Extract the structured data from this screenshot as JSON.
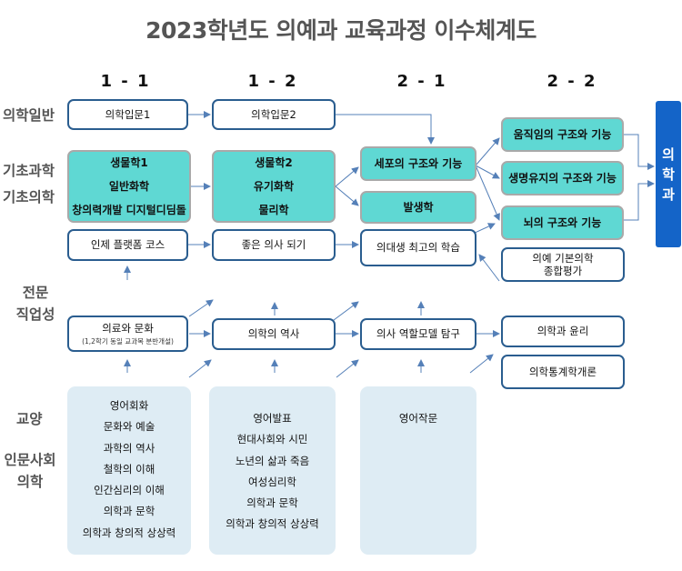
{
  "title": "2023학년도 의예과 교육과정 이수체계도",
  "semesters": [
    "1 - 1",
    "1 - 2",
    "2 - 1",
    "2 - 2"
  ],
  "categories": {
    "general": "의학일반",
    "basic1": "기초과학",
    "basic2": "기초의학",
    "major": [
      "전문",
      "직업성"
    ],
    "liberal": "교양",
    "humanities": [
      "인문사회",
      "의학"
    ]
  },
  "boxes": {
    "intro1": "의학입문1",
    "intro2": "의학입문2",
    "s11_basic": [
      "생물학1",
      "일반화학",
      "창의력개발 디지털디딤돌"
    ],
    "s12_basic": [
      "생물학2",
      "유기화학",
      "물리학"
    ],
    "cell": "세포의 구조와 기능",
    "dev": "발생학",
    "move": "움직임의 구조와 기능",
    "life": "생명유지의 구조와 기능",
    "brain": "뇌의 구조와 기능",
    "platform": "인제 플랫폼 코스",
    "gooddoctor": "좋은 의사 되기",
    "bestlearn": "의대생 최고의 학습",
    "medcult": "의료와 문화",
    "medcult_note": "(1,2학기 동일 교과목 분반개설)",
    "history": "의학의 역사",
    "rolemodel": "의사 역할모델 탐구",
    "eval": [
      "의예 기본의학",
      "종합평가"
    ],
    "ethics": "의학과 윤리",
    "stats": "의학통계학개론"
  },
  "panels": {
    "p1": [
      "영어회화",
      "문화와 예술",
      "과학의 역사",
      "철학의 이해",
      "인간심리의 이해",
      "의학과 문학",
      "의학과 창의적 상상력"
    ],
    "p2": [
      "영어발표",
      "현대사회와 시민",
      "노년의 삶과 죽음",
      "여성심리학",
      "의학과 문학",
      "의학과 창의적 상상력"
    ],
    "p3": [
      "영어작문"
    ]
  },
  "result": [
    "의",
    "학",
    "과"
  ],
  "colors": {
    "teal": "#5fd8d3",
    "border": "#2a5d8f",
    "arrow": "#5580b8",
    "panel": "#deecf4",
    "result": "#1464c8"
  }
}
